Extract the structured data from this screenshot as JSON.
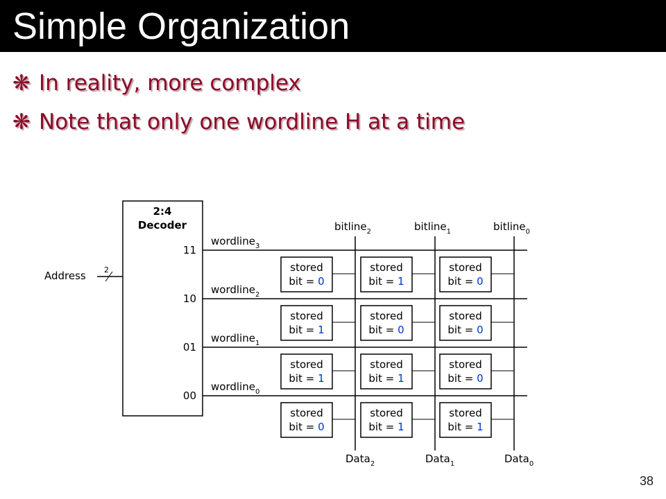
{
  "slide": {
    "title": "Simple Organization",
    "bullets": [
      "In reality, more complex",
      "Note that only one wordline H at a time"
    ],
    "page_number": "38",
    "bullet_glyph": "❋"
  },
  "colors": {
    "title_bar": "#000000",
    "title_text": "#ffffff",
    "bullet_text": "#8b0b28",
    "bit_value": "#0033cc"
  },
  "diagram": {
    "decoder": {
      "line1": "2:4",
      "line2": "Decoder"
    },
    "address_label": "Address",
    "bus_width": "2",
    "outputs": [
      "11",
      "10",
      "01",
      "00"
    ],
    "wordlines": [
      {
        "base": "wordline",
        "sub": "3"
      },
      {
        "base": "wordline",
        "sub": "2"
      },
      {
        "base": "wordline",
        "sub": "1"
      },
      {
        "base": "wordline",
        "sub": "0"
      }
    ],
    "bitlines": [
      {
        "base": "bitline",
        "sub": "2"
      },
      {
        "base": "bitline",
        "sub": "1"
      },
      {
        "base": "bitline",
        "sub": "0"
      }
    ],
    "data_outputs": [
      {
        "base": "Data",
        "sub": "2"
      },
      {
        "base": "Data",
        "sub": "1"
      },
      {
        "base": "Data",
        "sub": "0"
      }
    ],
    "cell_label_line1": "stored",
    "cell_label_prefix": "bit = ",
    "cells": [
      [
        "0",
        "1",
        "0"
      ],
      [
        "1",
        "0",
        "0"
      ],
      [
        "1",
        "1",
        "0"
      ],
      [
        "0",
        "1",
        "1"
      ]
    ]
  }
}
